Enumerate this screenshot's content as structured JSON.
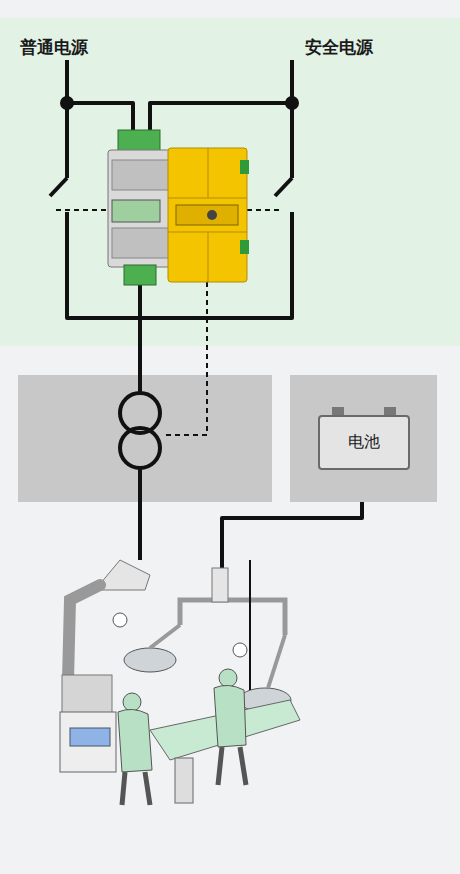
{
  "diagram": {
    "nodes": [
      {
        "text": [
          "电池"
        ]
      }
    ],
    "labels": [
      "普通电源",
      "安全电源"
    ]
  }
}
